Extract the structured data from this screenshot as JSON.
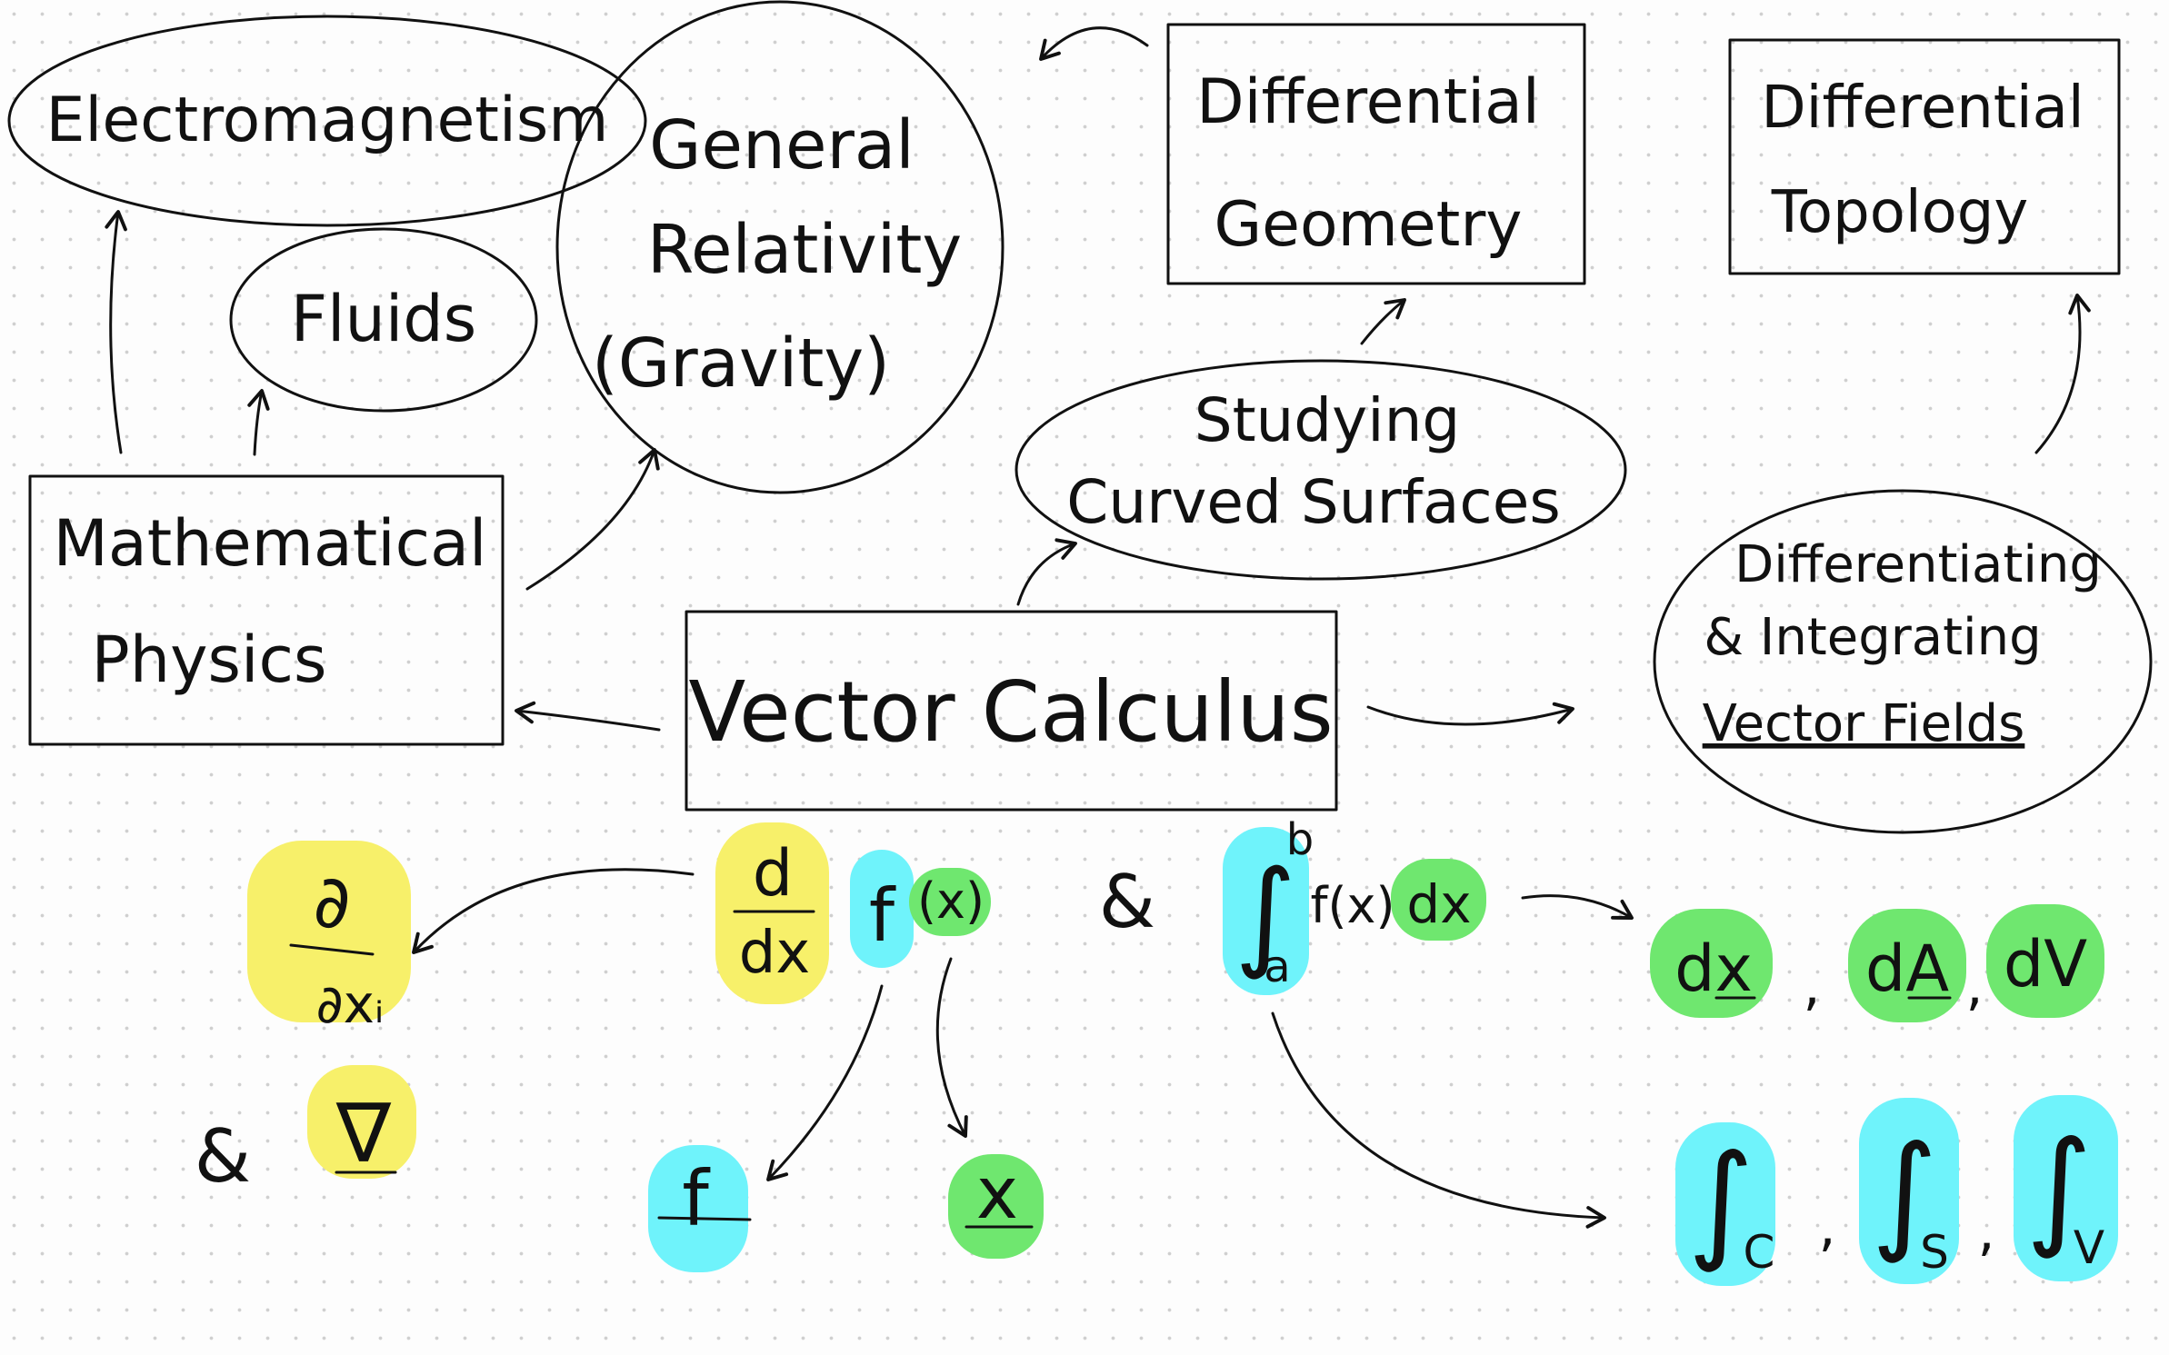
{
  "nodes": {
    "electromagnetism": "Electromagnetism",
    "fluids": "Fluids",
    "general_relativity": [
      "General",
      "Relativity",
      "(Gravity)"
    ],
    "differential_geometry": [
      "Differential",
      "Geometry"
    ],
    "differential_topology": [
      "Differential",
      "Topology"
    ],
    "mathematical_physics": [
      "Mathematical",
      "Physics"
    ],
    "studying_curved_surfaces": [
      "Studying",
      "Curved Surfaces"
    ],
    "vector_calculus": "Vector Calculus",
    "differentiating_integrating": [
      "Differentiating",
      "& Integrating",
      "Vector Fields"
    ]
  },
  "notation": {
    "partial_top": "∂",
    "partial_bottom": "∂xᵢ",
    "and_1": "&",
    "nabla": "∇",
    "d_top": "d",
    "dx": "dx",
    "f_of": "f",
    "x_paren": "(x)",
    "and_2": "&",
    "integral_expr": "∫",
    "limit_a": "a",
    "limit_b": "b",
    "fx": "f(x)",
    "dx_int": "dx",
    "vec_f": "f",
    "vec_x": "x",
    "dx_vec": "dx",
    "comma_1": ",",
    "dA_vec": "dA",
    "comma_2": ",",
    "dV": "dV",
    "int_c": "∫",
    "sub_c": "C",
    "comma_3": ",",
    "int_s": "∫",
    "sub_s": "S",
    "comma_4": ",",
    "int_v": "∫",
    "sub_v": "V"
  },
  "highlight_colors": {
    "yellow": "#f7f06a",
    "cyan": "#6ff3fb",
    "green": "#6fe76f"
  }
}
